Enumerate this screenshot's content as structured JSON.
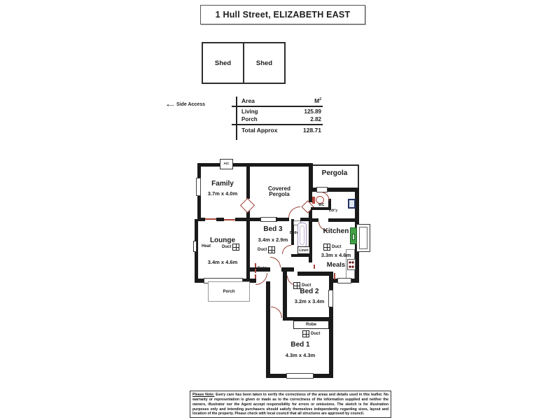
{
  "title": "1 Hull Street, ELIZABETH EAST",
  "sheds": [
    "Shed",
    "Shed"
  ],
  "side_access": {
    "arrow": "←",
    "label": "Side Access"
  },
  "area_table": {
    "col_item": "Area",
    "col_unit": "M",
    "col_unit_sup": "2",
    "rows": [
      {
        "label": "Living",
        "value": "125.89"
      },
      {
        "label": "Porch",
        "value": "2.82"
      }
    ],
    "total_label": "Total Approx",
    "total_value": "128.71"
  },
  "rooms": {
    "family": {
      "name": "Family",
      "dims": "3.7m x 4.0m"
    },
    "covered_pergola": {
      "line1": "Covered",
      "line2": "Pergola"
    },
    "pergola": {
      "name": "Pergola"
    },
    "lounge": {
      "name": "Lounge",
      "dims": "3.4m x 4.6m"
    },
    "bed3": {
      "name": "Bed 3",
      "dims": "3.4m x 2.9m"
    },
    "kitchen": {
      "name": "Kitchen",
      "dims": "3.3m x 4.6m"
    },
    "meals": {
      "name": "Meals"
    },
    "bed2": {
      "name": "Bed 2",
      "dims": "3.2m x 3.4m"
    },
    "bed1": {
      "name": "Bed 1",
      "dims": "4.3m x 4.3m"
    }
  },
  "labels": {
    "ac": "A/C",
    "wc": "WC",
    "laundry": "Ldr'y",
    "bath": "Bath",
    "linen": "Linen",
    "entry": "Entry",
    "porch": "Porch",
    "robe": "Robe",
    "heat": "Heat",
    "duct": "Duct"
  },
  "footer": {
    "note_label": "Please Note:",
    "disclaimer": " Every care has been taken to verify the correctness of the areas and details used in this leaflet. No warranty or representation is given or made as to the correctness of the information supplied and neither the owners, illustrator nor the Agent accept responsibility for errors or omissions. The sketch is for illustration purposes only and intending purchasers should satisfy themselves independently regarding sizes, layout and location of the property. Please check with local council that all structures are approved by council."
  },
  "colors": {
    "wall": "#1a1a1a",
    "door": "#9a4238",
    "tub": "#a393c2",
    "sink_green": "#43a047",
    "trough_navy": "#24335f",
    "toilet_red": "#b5463a"
  }
}
